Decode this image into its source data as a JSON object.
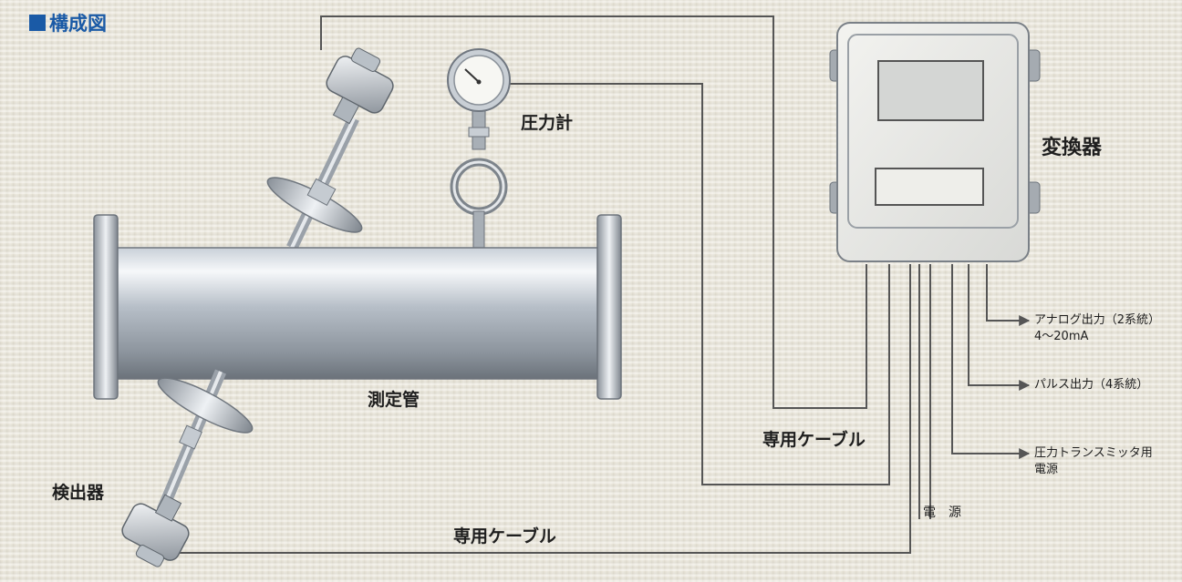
{
  "title": "構成図",
  "labels": {
    "pressure_gauge": "圧力計",
    "converter": "変換器",
    "measuring_pipe": "測定管",
    "detector": "検出器",
    "cable_right": "専用ケーブル",
    "cable_bottom": "専用ケーブル",
    "power": "電　源"
  },
  "outputs": {
    "analog_line1": "アナログ出力（2系統）",
    "analog_line2": "4〜20mA",
    "pulse": "パルス出力（4系統）",
    "transmitter_line1": "圧力トランスミッタ用",
    "transmitter_line2": "電源"
  },
  "colors": {
    "title": "#1a5aa6",
    "background": "#e8e4d8",
    "cable": "#555555"
  }
}
